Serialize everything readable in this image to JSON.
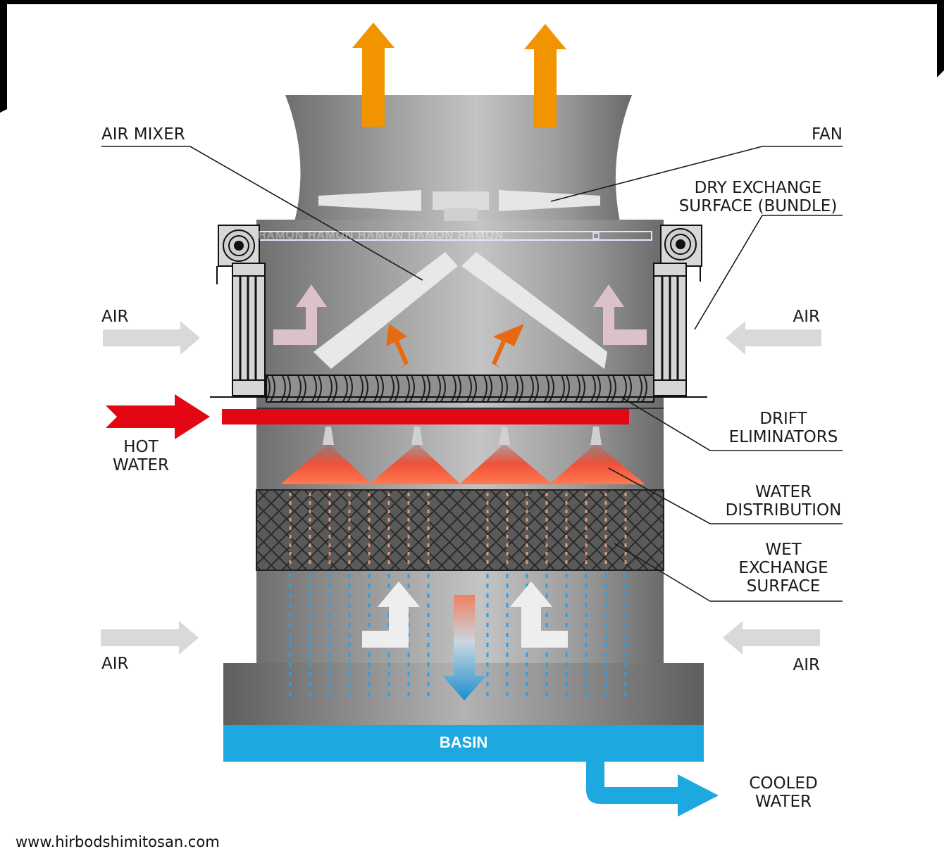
{
  "labels": {
    "air_mixer": "AIR MIXER",
    "fan": "FAN",
    "dry_exchange": [
      "DRY EXCHANGE",
      "SURFACE (BUNDLE)"
    ],
    "air_left_top": "AIR",
    "air_right_top": "AIR",
    "air_left_bottom": "AIR",
    "air_right_bottom": "AIR",
    "hot_water": [
      "HOT",
      "WATER"
    ],
    "drift_eliminators": [
      "DRIFT",
      "ELIMINATORS"
    ],
    "water_distribution": [
      "WATER",
      "DISTRIBUTION"
    ],
    "wet_exchange": [
      "WET",
      "EXCHANGE",
      "SURFACE"
    ],
    "basin": "BASIN",
    "cooled_water": [
      "COOLED",
      "WATER"
    ],
    "hamon_repeat": "HAMON HAMON HAMON HAMON HAMON",
    "website": "www.hirbodshimitosan.com"
  },
  "colors": {
    "exhaust_arrow": "#f29400",
    "hot_water": "#e30613",
    "warm_air": "#e86a10",
    "moist_air": "#d9bfcb",
    "basin": "#1ea8e0",
    "cooled_water": "#1ea8e0",
    "air_arrow": "#d9d9d9"
  },
  "icons": {
    "exhaust": "arrow-up-icon",
    "air_inlet": "arrow-right-icon",
    "nozzle": "spray-nozzle-icon",
    "outlet": "outlet-arrow-icon"
  }
}
